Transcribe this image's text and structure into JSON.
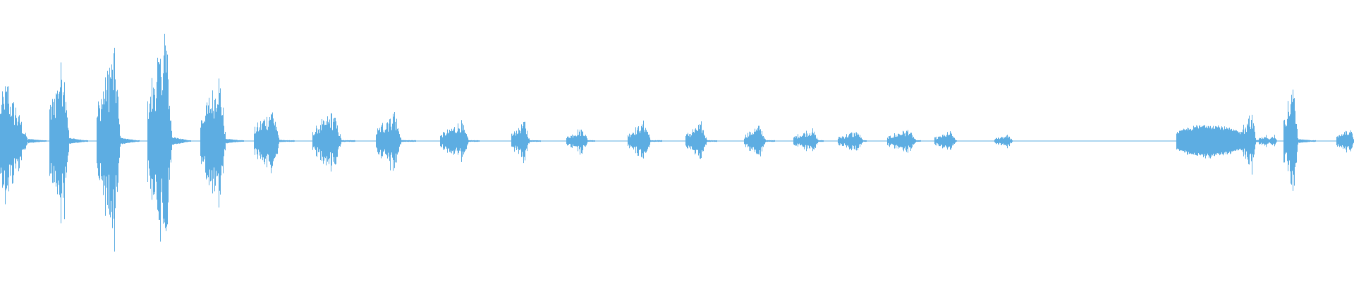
{
  "waveform": {
    "color": "#5dade2",
    "background": "#ffffff",
    "duration_units": 1000,
    "events": [
      {
        "t": 0,
        "dur": 40,
        "amp": 0.45,
        "shape": "decay"
      },
      {
        "t": 70,
        "dur": 27,
        "amp": 0.68,
        "shape": "swell"
      },
      {
        "t": 137,
        "dur": 33,
        "amp": 0.72,
        "shape": "swell"
      },
      {
        "t": 209,
        "dur": 34,
        "amp": 0.86,
        "shape": "swell"
      },
      {
        "t": 284,
        "dur": 35,
        "amp": 0.52,
        "shape": "swell"
      },
      {
        "t": 360,
        "dur": 35,
        "amp": 0.26,
        "shape": "swell"
      },
      {
        "t": 443,
        "dur": 40,
        "amp": 0.22,
        "shape": "swell"
      },
      {
        "t": 533,
        "dur": 35,
        "amp": 0.23,
        "shape": "swell"
      },
      {
        "t": 624,
        "dur": 40,
        "amp": 0.14,
        "shape": "swell"
      },
      {
        "t": 725,
        "dur": 25,
        "amp": 0.15,
        "shape": "swell"
      },
      {
        "t": 803,
        "dur": 30,
        "amp": 0.1,
        "shape": "swell"
      },
      {
        "t": 890,
        "dur": 32,
        "amp": 0.15,
        "shape": "swell"
      },
      {
        "t": 972,
        "dur": 30,
        "amp": 0.13,
        "shape": "swell"
      },
      {
        "t": 1055,
        "dur": 30,
        "amp": 0.12,
        "shape": "swell"
      },
      {
        "t": 1125,
        "dur": 35,
        "amp": 0.09,
        "shape": "swell"
      },
      {
        "t": 1188,
        "dur": 35,
        "amp": 0.08,
        "shape": "swell"
      },
      {
        "t": 1258,
        "dur": 40,
        "amp": 0.09,
        "shape": "swell"
      },
      {
        "t": 1325,
        "dur": 30,
        "amp": 0.07,
        "shape": "swell"
      },
      {
        "t": 1410,
        "dur": 25,
        "amp": 0.05,
        "shape": "swell"
      },
      {
        "t": 1668,
        "dur": 100,
        "amp": 0.11,
        "shape": "bulge"
      },
      {
        "t": 1760,
        "dur": 20,
        "amp": 0.24,
        "shape": "swell"
      },
      {
        "t": 1785,
        "dur": 15,
        "amp": 0.06,
        "shape": "swell"
      },
      {
        "t": 1800,
        "dur": 10,
        "amp": 0.05,
        "shape": "swell"
      },
      {
        "t": 1820,
        "dur": 20,
        "amp": 0.44,
        "shape": "swell"
      },
      {
        "t": 1895,
        "dur": 25,
        "amp": 0.1,
        "shape": "swell"
      }
    ]
  }
}
